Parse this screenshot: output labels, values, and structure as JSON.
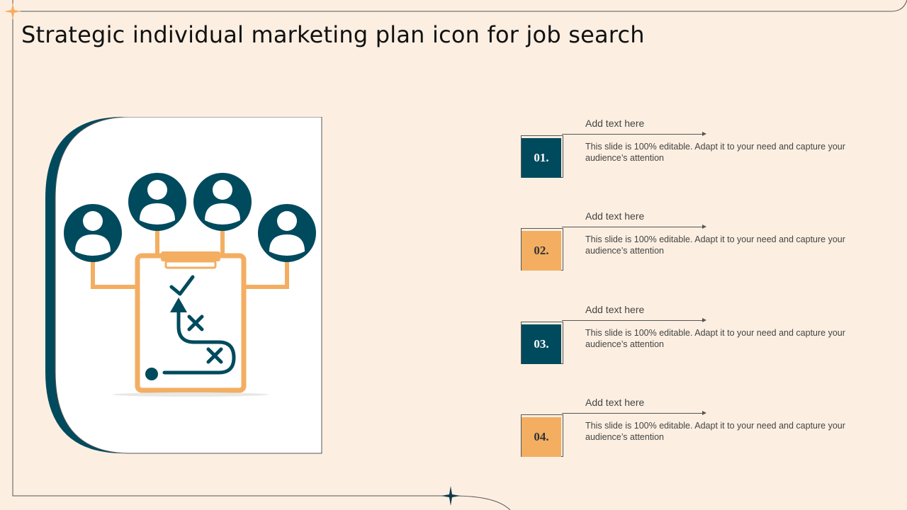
{
  "title": "Strategic individual marketing plan icon for job search",
  "colors": {
    "background": "#fcefe1",
    "teal": "#004a5e",
    "orange": "#f3ae62"
  },
  "icon": {
    "name": "marketing-plan-team-clipboard-icon"
  },
  "items": [
    {
      "number": "01.",
      "heading": "Add text here",
      "text": "This slide is 100% editable. Adapt it to your need and capture your audience’s attention",
      "style": "dark"
    },
    {
      "number": "02.",
      "heading": "Add text here",
      "text": "This slide is 100% editable. Adapt it to your need and capture your audience’s attention",
      "style": "light"
    },
    {
      "number": "03.",
      "heading": "Add text here",
      "text": "This slide is 100% editable. Adapt it to your need and capture your audience’s attention",
      "style": "dark"
    },
    {
      "number": "04.",
      "heading": "Add text here",
      "text": "This slide is 100% editable. Adapt it to your need and capture your audience’s attention",
      "style": "light"
    }
  ]
}
